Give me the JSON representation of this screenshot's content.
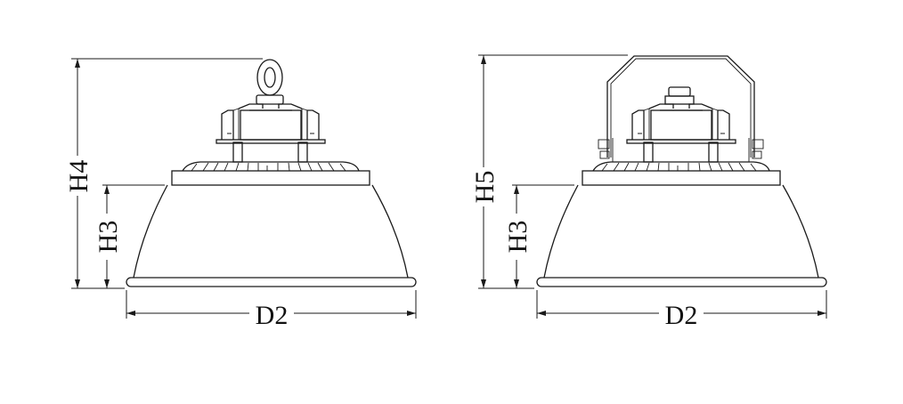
{
  "figures": [
    {
      "name": "eyebolt-mount",
      "labels": {
        "overall_height": "H4",
        "reflector_height": "H3",
        "diameter": "D2"
      }
    },
    {
      "name": "bracket-mount",
      "labels": {
        "overall_height": "H5",
        "reflector_height": "H3",
        "diameter": "D2"
      }
    }
  ],
  "colors": {
    "line": "#1a1a1a",
    "background": "#ffffff"
  }
}
